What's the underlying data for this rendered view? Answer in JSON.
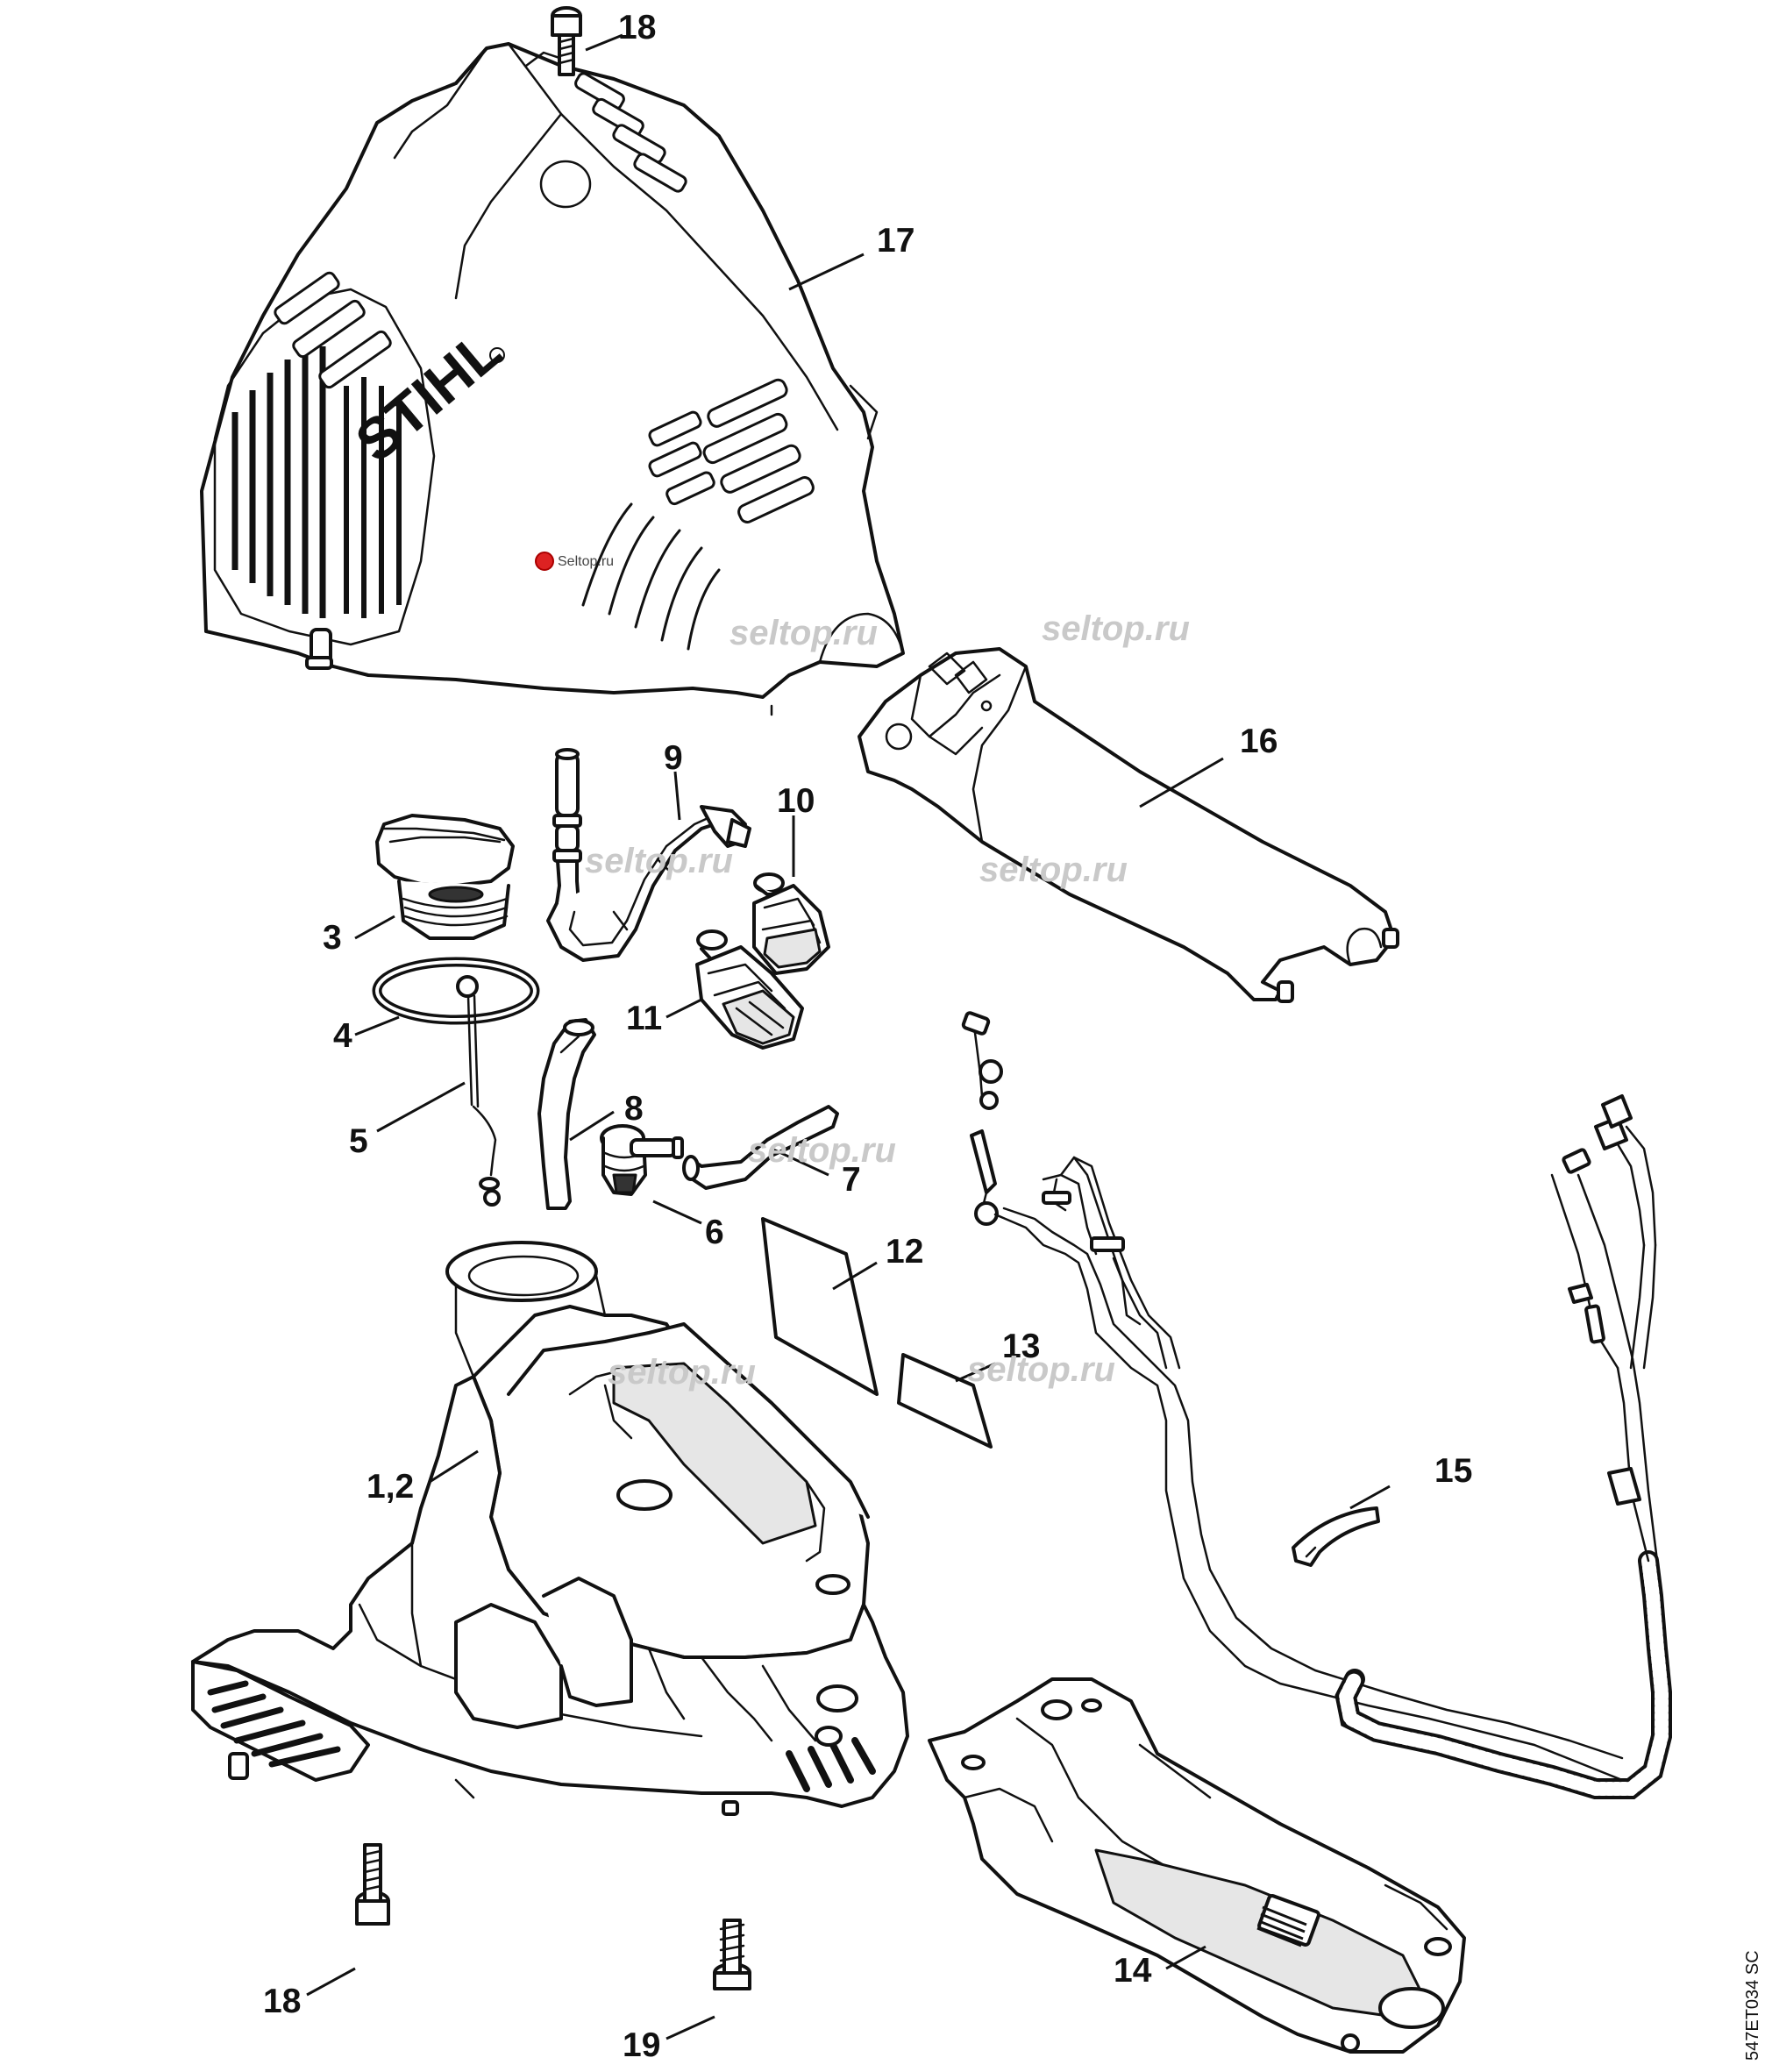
{
  "diagram": {
    "brand_logo_text": "STIHL",
    "drawing_code": "547ET034 SC",
    "watermarks": [
      "seltop.ru",
      "seltop.ru",
      "seltop.ru",
      "seltop.ru",
      "seltop.ru",
      "seltop.ru",
      "seltop.ru"
    ],
    "watermark_logo_text": "Seltop.ru",
    "callouts": [
      "18",
      "17",
      "16",
      "9",
      "10",
      "3",
      "4",
      "11",
      "5",
      "8",
      "7",
      "6",
      "12",
      "13",
      "1,2",
      "15",
      "14",
      "18",
      "19"
    ]
  }
}
